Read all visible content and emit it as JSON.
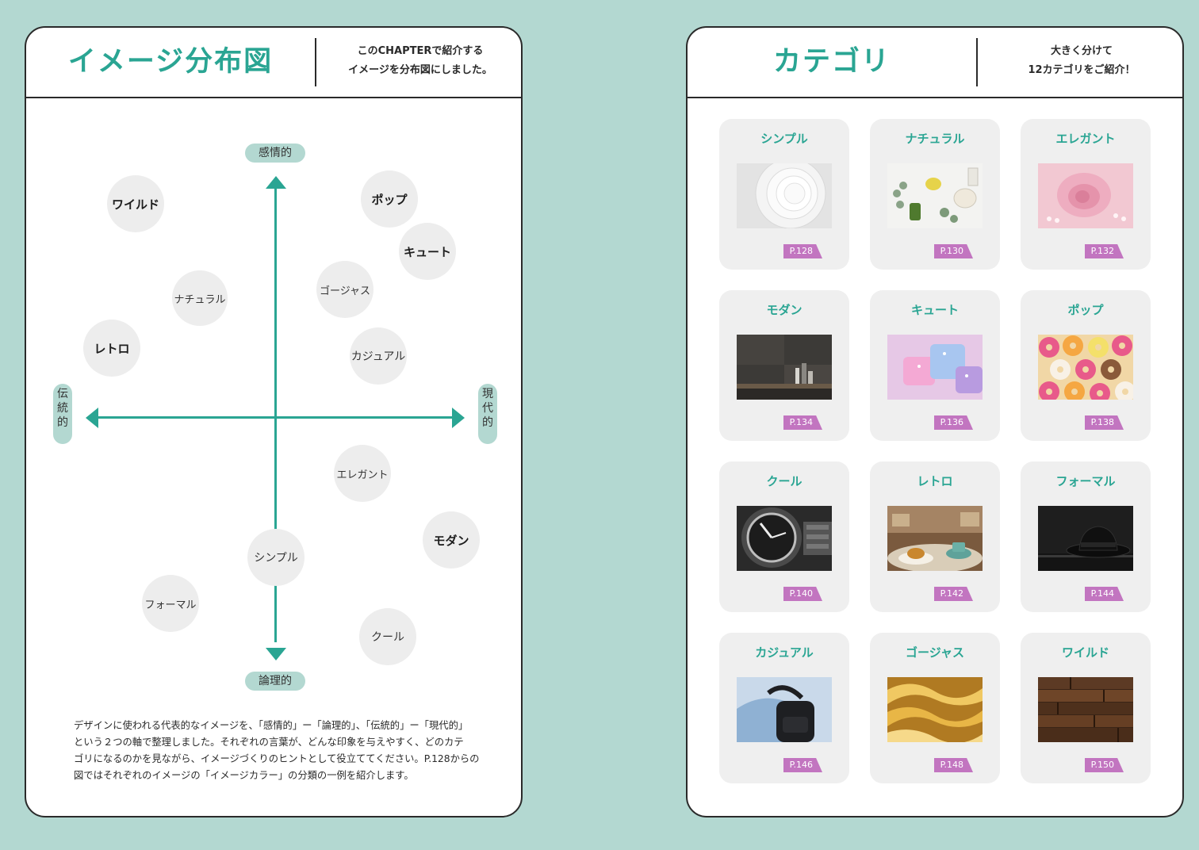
{
  "left": {
    "title": "イメージ分布図",
    "subtitle_lines": [
      "このCHAPTERで紹介する",
      "イメージを分布図にしました。"
    ],
    "axes": {
      "top": "感情的",
      "bottom": "論理的",
      "left": "伝統的",
      "right": "現代的"
    },
    "bubbles": {
      "wild": "ワイルド",
      "pop": "ポップ",
      "cute": "キュート",
      "natural": "ナチュラル",
      "gorgeous": "ゴージャス",
      "retro": "レトロ",
      "casual": "カジュアル",
      "elegant": "エレガント",
      "modern": "モダン",
      "simple": "シンプル",
      "formal": "フォーマル",
      "cool": "クール"
    },
    "description_lines": [
      "デザインに使われる代表的なイメージを、「感情的」ー「論理的」、「伝統的」ー「現代的」",
      "という２つの軸で整理しました。それぞれの言葉が、どんな印象を与えやすく、どのカテ",
      "ゴリになるのかを見ながら、イメージづくりのヒントとして役立ててください。P.128からの",
      "図ではそれぞれのイメージの「イメージカラー」の分類の一例を紹介します。"
    ]
  },
  "right": {
    "title": "カテゴリ",
    "subtitle_lines": [
      "大きく分けて",
      "12カテゴリをご紹介！"
    ],
    "cards": [
      {
        "title": "シンプル",
        "page": "P.128"
      },
      {
        "title": "ナチュラル",
        "page": "P.130"
      },
      {
        "title": "エレガント",
        "page": "P.132"
      },
      {
        "title": "モダン",
        "page": "P.134"
      },
      {
        "title": "キュート",
        "page": "P.136"
      },
      {
        "title": "ポップ",
        "page": "P.138"
      },
      {
        "title": "クール",
        "page": "P.140"
      },
      {
        "title": "レトロ",
        "page": "P.142"
      },
      {
        "title": "フォーマル",
        "page": "P.144"
      },
      {
        "title": "カジュアル",
        "page": "P.146"
      },
      {
        "title": "ゴージャス",
        "page": "P.148"
      },
      {
        "title": "ワイルド",
        "page": "P.150"
      }
    ]
  },
  "colors": {
    "background": "#b3d8d1",
    "accent": "#2aa593",
    "page_tag": "#c275c0",
    "card": "#efefef",
    "bubble": "#ededed"
  }
}
